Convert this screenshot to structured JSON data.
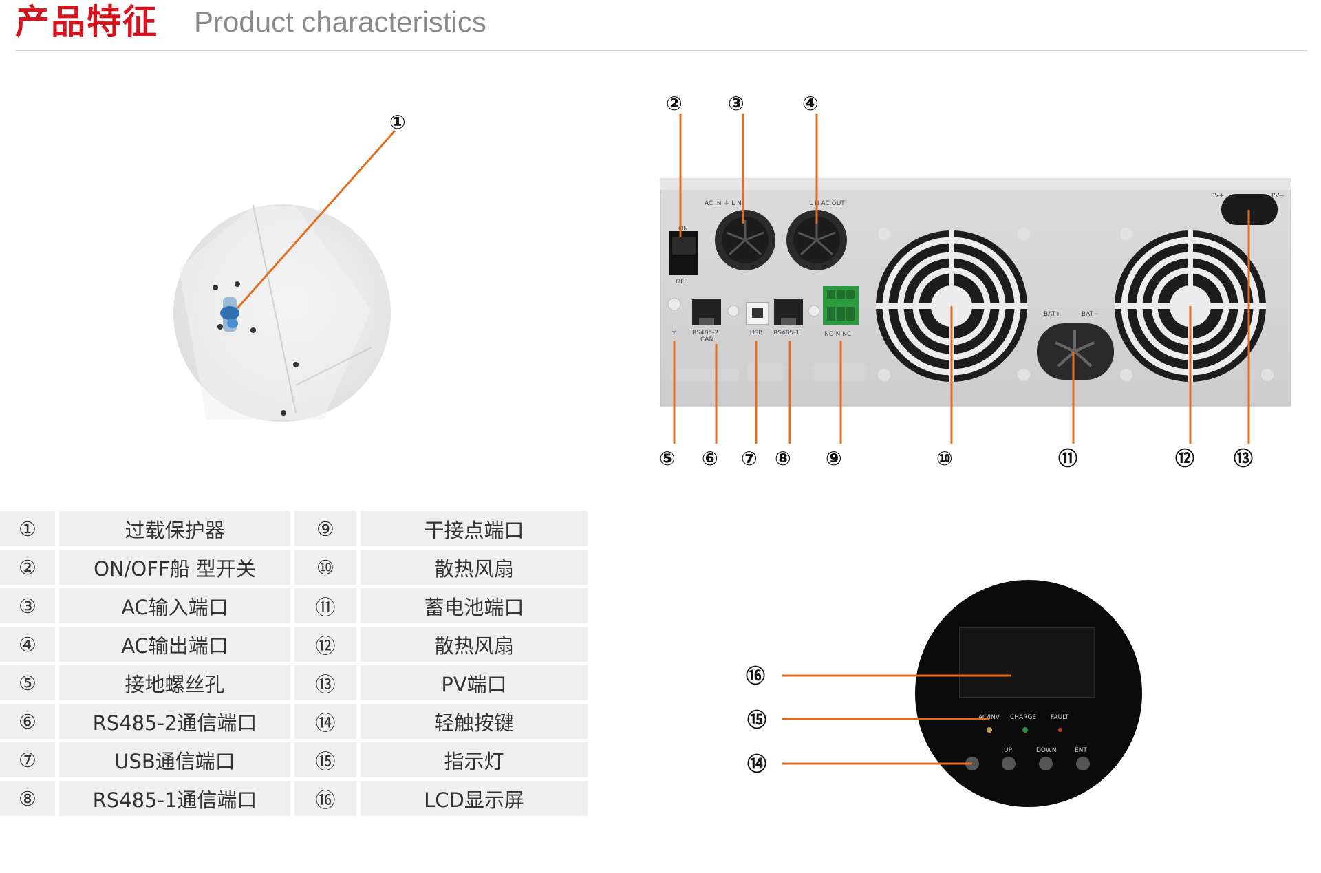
{
  "header": {
    "title_cn": "产品特征",
    "title_en": "Product characteristics"
  },
  "callouts": [
    "①",
    "②",
    "③",
    "④",
    "⑤",
    "⑥",
    "⑦",
    "⑧",
    "⑨",
    "⑩",
    "⑪",
    "⑫",
    "⑬",
    "⑭",
    "⑮",
    "⑯"
  ],
  "panel_labels": {
    "on": "ON",
    "off": "OFF",
    "ac_in": "AC IN ⏚ L N",
    "ac_out": "L N AC OUT",
    "rs485_2": "RS485-2",
    "can": "CAN",
    "usb": "USB",
    "rs485_1": "RS485-1",
    "dry": "NO N NC",
    "bat_pos": "BAT+",
    "bat_neg": "BAT−",
    "pv_pos": "PV+",
    "pv_neg": "PV−",
    "ground": "⏚"
  },
  "front_panel": {
    "led_acinv": "AC/INV",
    "led_charge": "CHARGE",
    "led_fault": "FAULT",
    "btn_up": "UP",
    "btn_down": "DOWN",
    "btn_ent": "ENT"
  },
  "legend": [
    {
      "num": "①",
      "label": "过载保护器",
      "num2": "⑨",
      "label2": "干接点端口"
    },
    {
      "num": "②",
      "label": "ON/OFF船 型开关",
      "num2": "⑩",
      "label2": "散热风扇"
    },
    {
      "num": "③",
      "label": "AC输入端口",
      "num2": "⑪",
      "label2": "蓄电池端口"
    },
    {
      "num": "④",
      "label": "AC输出端口",
      "num2": "⑫",
      "label2": "散热风扇"
    },
    {
      "num": "⑤",
      "label": "接地螺丝孔",
      "num2": "⑬",
      "label2": "PV端口"
    },
    {
      "num": "⑥",
      "label": "RS485-2通信端口",
      "num2": "⑭",
      "label2": "轻触按键"
    },
    {
      "num": "⑦",
      "label": "USB通信端口",
      "num2": "⑮",
      "label2": "指示灯"
    },
    {
      "num": "⑧",
      "label": "RS485-1通信端口",
      "num2": "⑯",
      "label2": "LCD显示屏"
    }
  ],
  "colors": {
    "title_red": "#d7131d",
    "leader": "#e07020",
    "connector_green": "#2e9a40"
  }
}
